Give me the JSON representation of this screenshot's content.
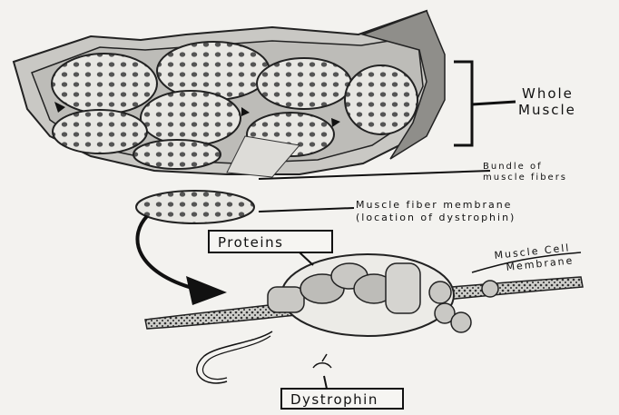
{
  "labels": {
    "whole_muscle_line1": "Whole",
    "whole_muscle_line2": "Muscle",
    "bundle_line1": "Bundle of",
    "bundle_line2": "muscle fibers",
    "membrane_line1": "Muscle fiber membrane",
    "membrane_line2": "(location of dystrophin)",
    "proteins": "Proteins",
    "cell_membrane_line1": "Muscle Cell",
    "cell_membrane_line2": "Membrane",
    "dystrophin": "Dystrophin"
  }
}
